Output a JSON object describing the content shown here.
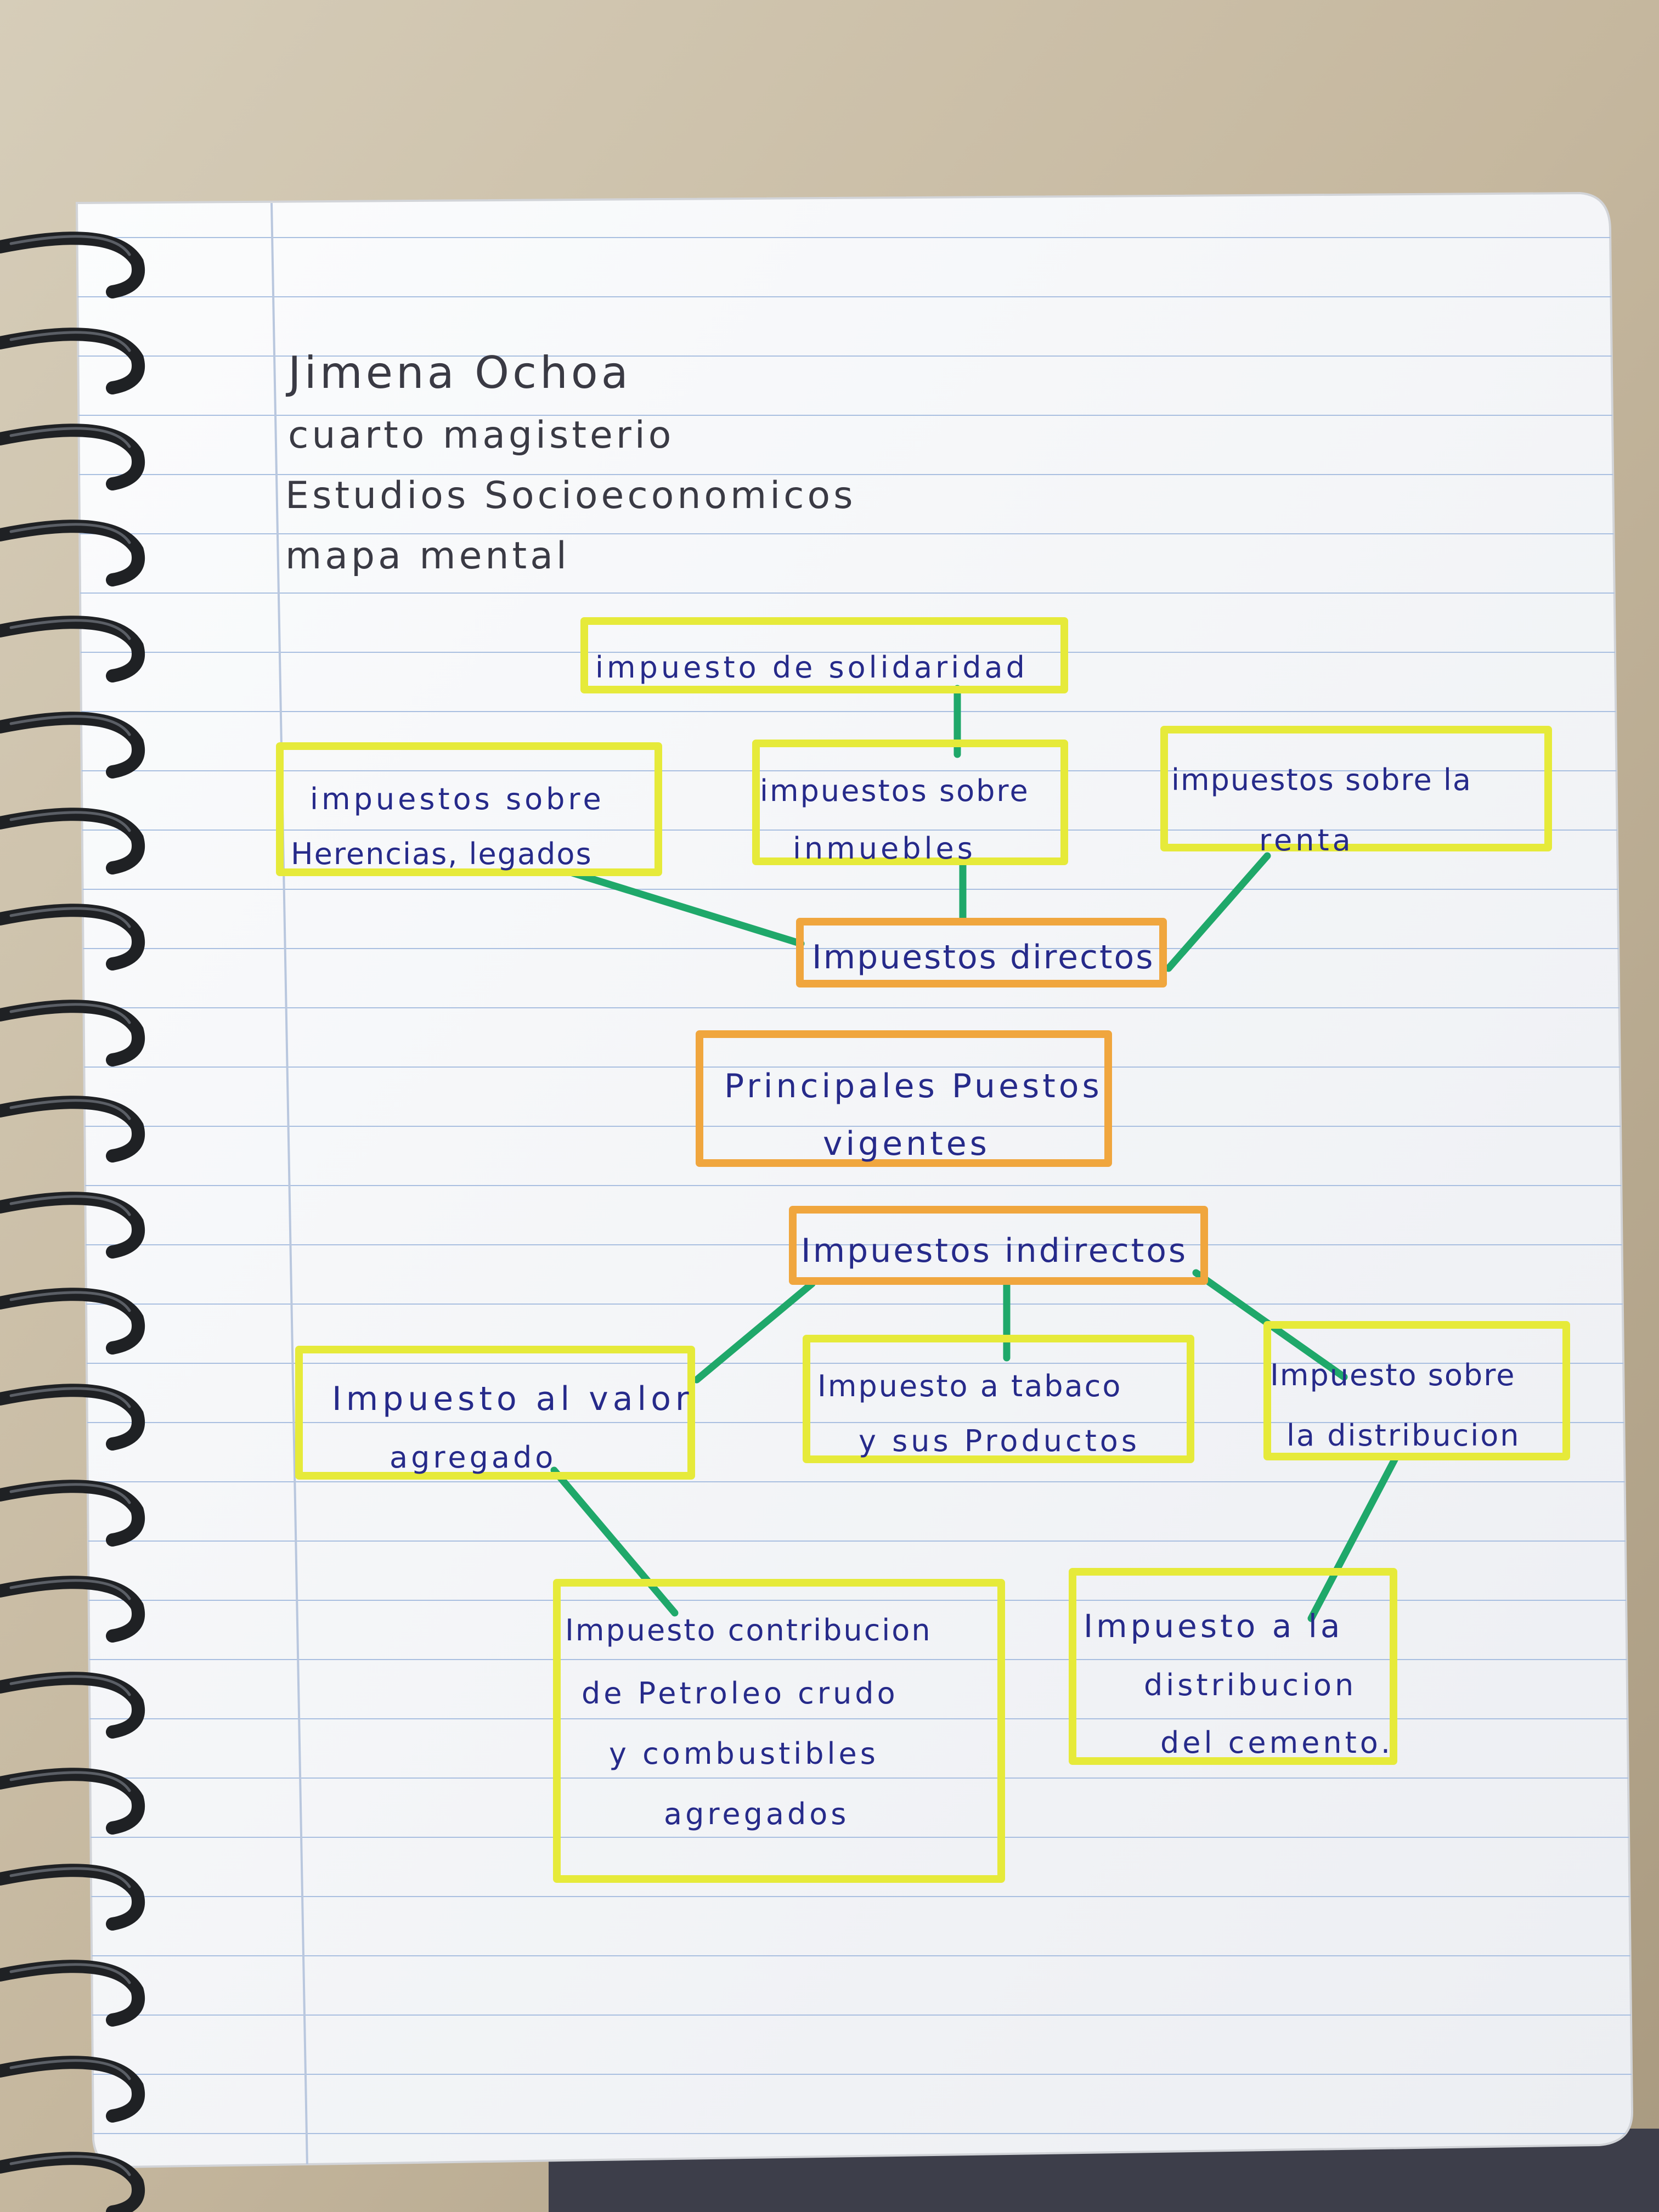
{
  "header": {
    "name": "Jimena Ochoa",
    "grade": "cuarto magisterio",
    "course": "Estudios Socioeconomicos",
    "assignment": "mapa mental"
  },
  "mindmap": {
    "solidaridad": "impuesto de solidaridad",
    "herencias": {
      "line1": "impuestos sobre",
      "line2": "Herencias, legados"
    },
    "inmuebles": {
      "line1": "impuestos sobre",
      "line2": "inmuebles"
    },
    "renta": {
      "line1": "impuestos sobre la",
      "line2": "renta"
    },
    "directos": "Impuestos directos",
    "central": {
      "line1": "Principales Puestos",
      "line2": "vigentes"
    },
    "indirectos": "Impuestos indirectos",
    "valor_agregado": {
      "line1": "Impuesto al valor",
      "line2": "agregado"
    },
    "tabaco": {
      "line1": "Impuesto a tabaco",
      "line2": "y sus Productos"
    },
    "distribucion": {
      "line1": "Impuesto sobre",
      "line2": "la distribucion"
    },
    "petroleo": {
      "line1": "Impuesto contribucion",
      "line2": "de Petroleo crudo",
      "line3": "y combustibles",
      "line4": "agregados"
    },
    "cemento": {
      "line1": "Impuesto a la",
      "line2": "distribucion",
      "line3": "del cemento."
    }
  },
  "colors": {
    "ink": "#262a8a",
    "yellow_highlighter": "#e6ea3a",
    "green_highlighter": "#a6d84c",
    "orange_highlighter": "#f0a63e",
    "connector_green": "#1fa86a"
  }
}
